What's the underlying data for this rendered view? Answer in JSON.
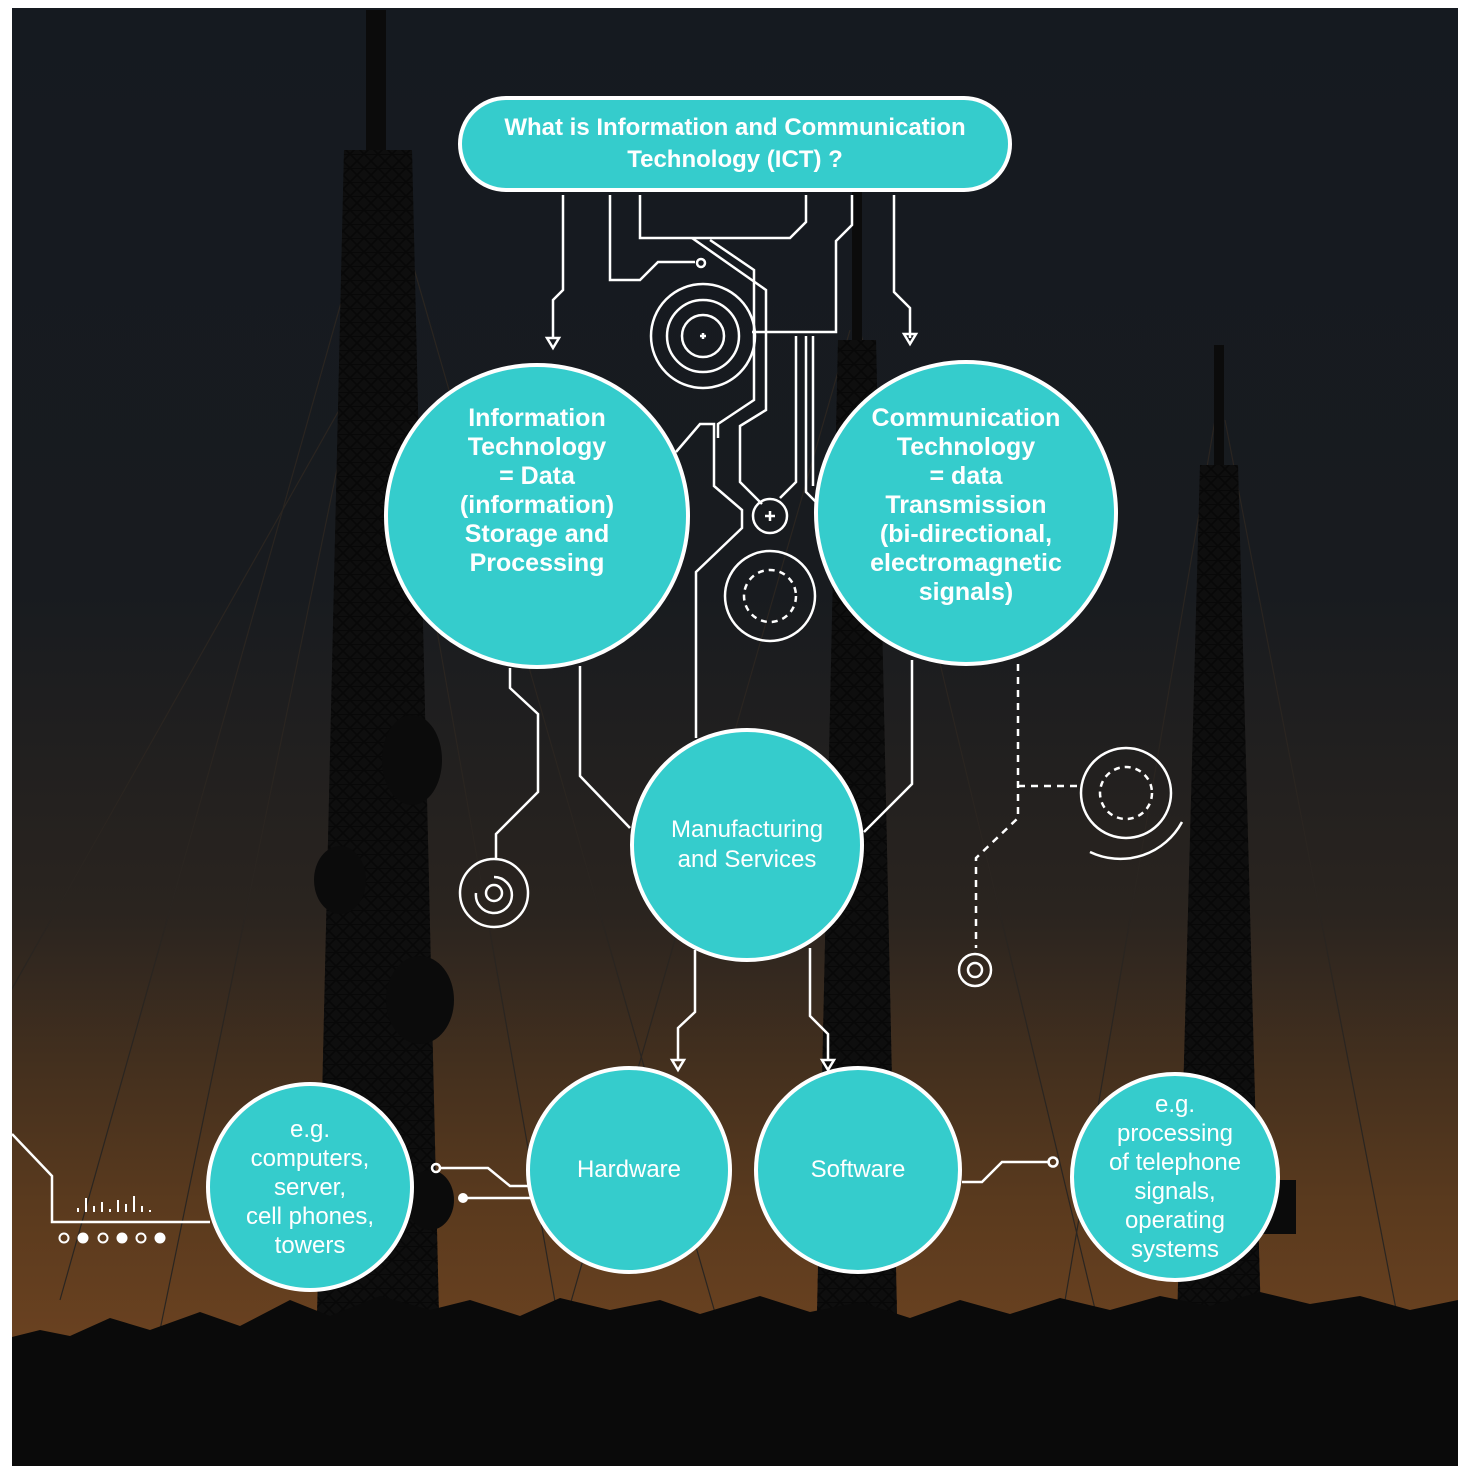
{
  "diagram": {
    "title": "What is Information and Communication\nTechnology (ICT) ?",
    "information_technology": "Information\nTechnology\n= Data\n(information)\nStorage and\nProcessing",
    "communication_technology": "Communication\nTechnology\n= data\nTransmission\n(bi-directional,\nelectromagnetic\nsignals)",
    "manufacturing_services": "Manufacturing\nand Services",
    "hardware": "Hardware",
    "software": "Software",
    "hardware_examples": "e.g.\ncomputers,\nserver,\ncell phones,\ntowers",
    "software_examples": "e.g.\nprocessing\nof telephone\nsignals,\noperating\nsystems"
  },
  "colors": {
    "node_fill": "#35cccc",
    "node_border": "#ffffff",
    "connector": "#ffffff",
    "sky_top": "#151a20",
    "sky_horizon": "#6b4220"
  },
  "icons": [
    "target-icon",
    "plus-node-icon",
    "dashed-ring-icon",
    "spiral-icon",
    "signal-bars-icon",
    "dot-row-icon",
    "arrow-down-icon"
  ]
}
